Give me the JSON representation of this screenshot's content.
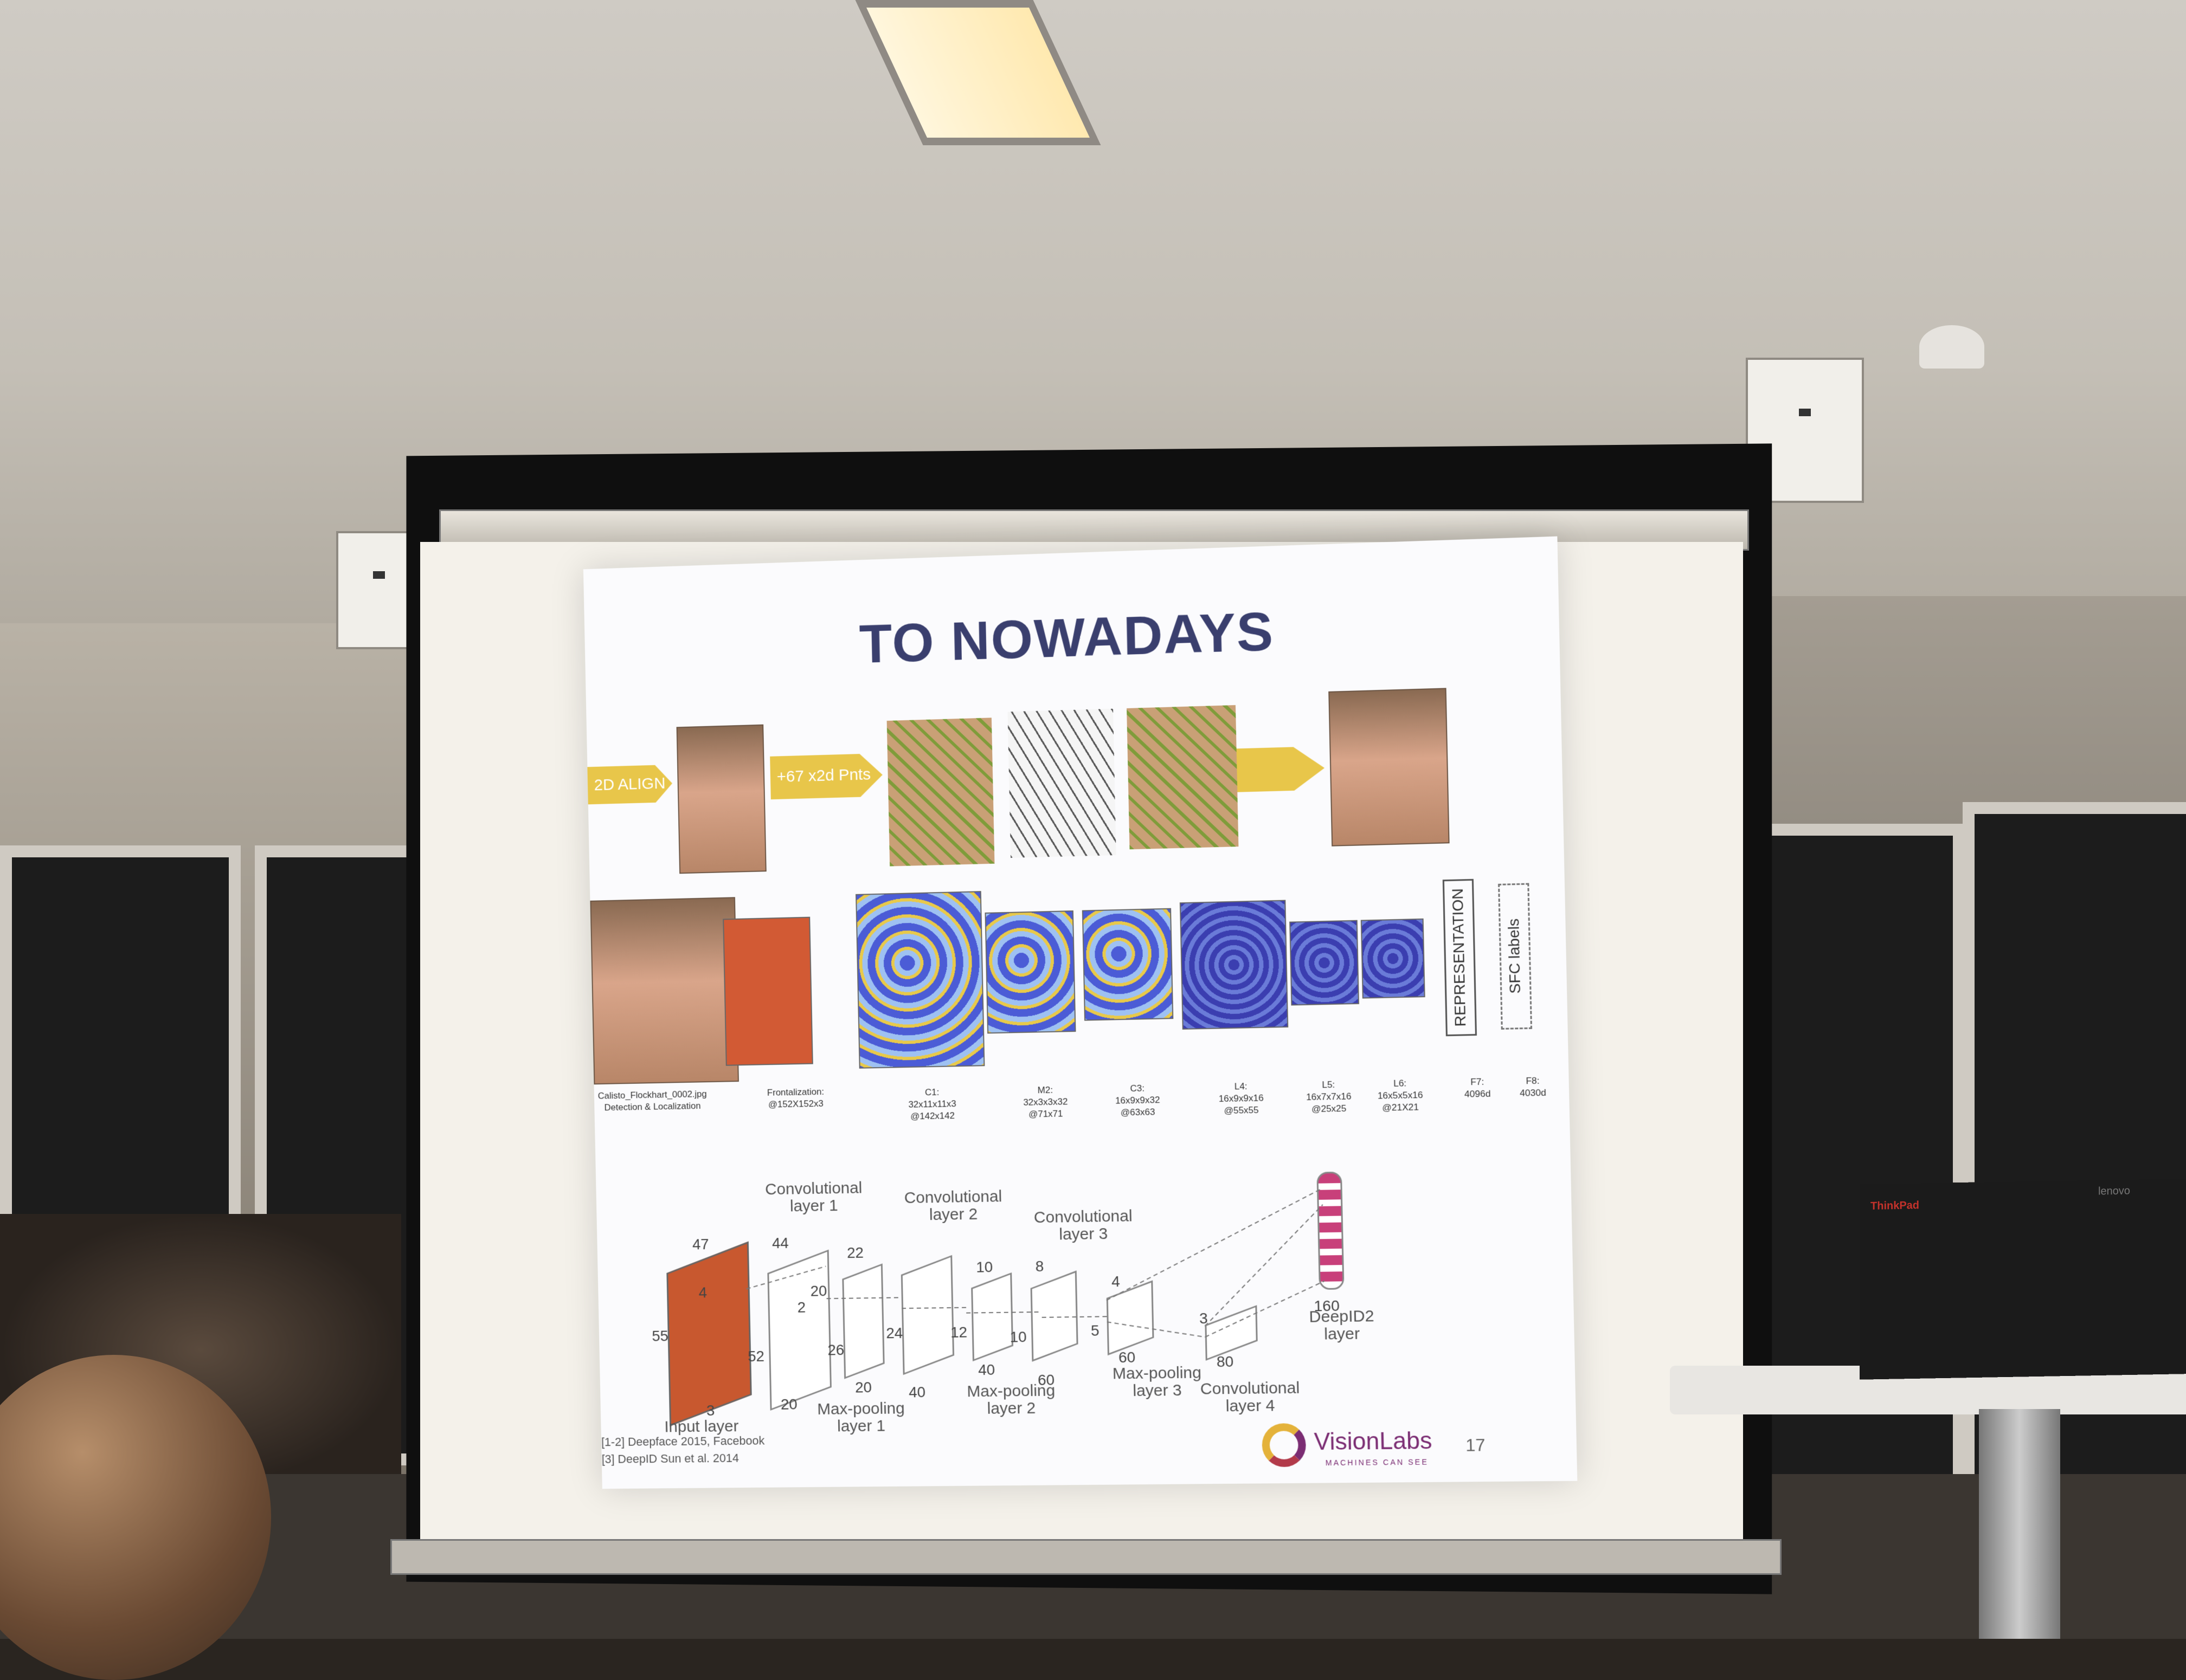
{
  "slide": {
    "title": "TO NOWADAYS",
    "top_row": {
      "arrow_1_label": "2D ALIGN",
      "arrow_2_label": "+67 x2d Pnts"
    },
    "deepface": {
      "caption_input": "Calisto_Flockhart_0002.jpg\nDetection & Localization",
      "caption_frontal": "Frontalization:\n@152X152x3",
      "layers": [
        {
          "name": "C1:",
          "dims": "32x11x11x3",
          "out": "@142x142"
        },
        {
          "name": "M2:",
          "dims": "32x3x3x32",
          "out": "@71x71"
        },
        {
          "name": "C3:",
          "dims": "16x9x9x32",
          "out": "@63x63"
        },
        {
          "name": "L4:",
          "dims": "16x9x9x16",
          "out": "@55x55"
        },
        {
          "name": "L5:",
          "dims": "16x7x7x16",
          "out": "@25x25"
        },
        {
          "name": "L6:",
          "dims": "16x5x5x16",
          "out": "@21X21"
        },
        {
          "name": "F7:",
          "dims": "4096d",
          "out": ""
        },
        {
          "name": "F8:",
          "dims": "4030d",
          "out": ""
        }
      ],
      "representation_label": "REPRESENTATION",
      "sfc_label": "SFC labels"
    },
    "deepid": {
      "labels": {
        "input": "Input layer",
        "conv1": "Convolutional\nlayer 1",
        "pool1": "Max-pooling\nlayer 1",
        "conv2": "Convolutional\nlayer 2",
        "pool2": "Max-pooling\nlayer 2",
        "conv3": "Convolutional\nlayer 3",
        "pool3": "Max-pooling\nlayer 3",
        "conv4": "Convolutional\nlayer 4",
        "deepid2": "DeepID2\nlayer"
      },
      "numbers": {
        "n47": "47",
        "n55": "55",
        "n3": "3",
        "n4": "4",
        "n44": "44",
        "n52": "52",
        "n20a": "20",
        "n22": "22",
        "n26": "26",
        "n20b": "20",
        "n24": "24",
        "n40a": "40",
        "n12": "12",
        "n10a": "10",
        "n40b": "40",
        "n8": "8",
        "n10b": "10",
        "n60a": "60",
        "n4b": "4",
        "n5": "5",
        "n60b": "60",
        "n3b": "3",
        "n80": "80",
        "n160": "160",
        "n20c": "20",
        "n2": "2"
      }
    },
    "references": [
      "[1-2] Deepface 2015, Facebook",
      "[3] DeepID Sun et al. 2014"
    ],
    "logo_text": "VisionLabs",
    "logo_tagline": "MACHINES CAN SEE",
    "page_number": "17"
  },
  "laptop_brand": "ThinkPad",
  "laptop_brand_2": "lenovo",
  "colors": {
    "title": "#3a3f6e",
    "arrow": "#e8c64a",
    "logo": "#7b2d73"
  }
}
